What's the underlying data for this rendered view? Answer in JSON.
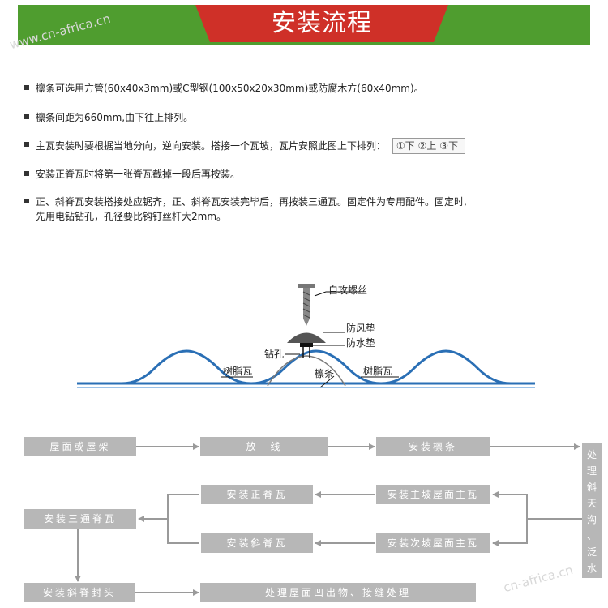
{
  "banner": {
    "title": "安装流程"
  },
  "watermarks": [
    "www.cn-africa.cn",
    "cn-africa.cn"
  ],
  "bullets": [
    "檩条可选用方管(60x40x3mm)或C型钢(100x50x20x30mm)或防腐木方(60x40mm)。",
    "檩条间距为660mm,由下往上排列。",
    "主瓦安装时要根据当地分向，逆向安装。搭接一个瓦坡，瓦片安照此图上下排列：",
    "安装正脊瓦时将第一张脊瓦截掉一段后再按装。",
    "正、斜脊瓦安装搭接处应锯齐，正、斜脊瓦安装完毕后，再按装三通瓦。固定件为专用配件。固定时,",
    "先用电钻钻孔，孔径要比钩钉丝杆大2mm。"
  ],
  "order_steps": [
    "①下",
    "②上",
    "③下"
  ],
  "diagram": {
    "labels": {
      "screw": "自攻螺丝",
      "windpad": "防风垫",
      "waterpad": "防水垫",
      "drill": "钻孔",
      "tile_left": "树脂瓦",
      "purlin": "檩条",
      "tile_right": "树脂瓦"
    }
  },
  "flow": {
    "roof": "屋面或屋架",
    "line": "放　线",
    "purlin": "安装檩条",
    "valley": "处理斜天沟、泛水",
    "main_slope": "安装主坡屋面主瓦",
    "ridge": "安装正脊瓦",
    "sub_slope": "安装次坡屋面主瓦",
    "hip": "安装斜脊瓦",
    "tee": "安装三通脊瓦",
    "end_cap": "安装斜脊封头",
    "finish": "处理屋面凹出物、接缝处理"
  },
  "colors": {
    "banner_green": "#4f9d2f",
    "banner_red": "#cf3028",
    "tile_blue": "#2a6fb5",
    "flow_gray": "#b7b7b7"
  }
}
